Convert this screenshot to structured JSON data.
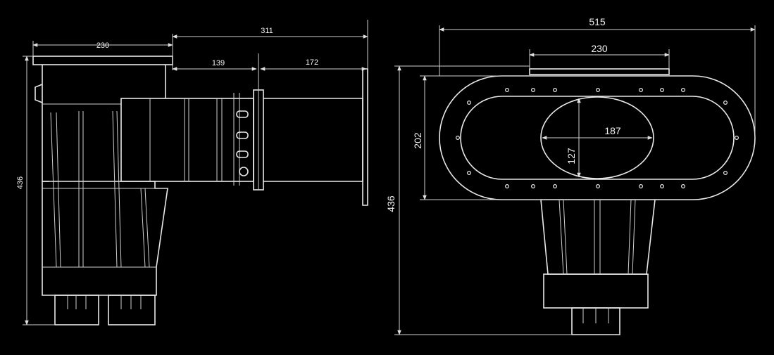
{
  "side_view": {
    "dimensions": {
      "top_width": "230",
      "total_depth": "311",
      "flange_offset": "139",
      "pipe_length": "172",
      "height": "436"
    }
  },
  "front_view": {
    "dimensions": {
      "faceplate_width": "515",
      "opening_width": "230",
      "faceplate_height": "202",
      "total_height": "436",
      "aperture_width": "187",
      "aperture_height": "127"
    }
  }
}
